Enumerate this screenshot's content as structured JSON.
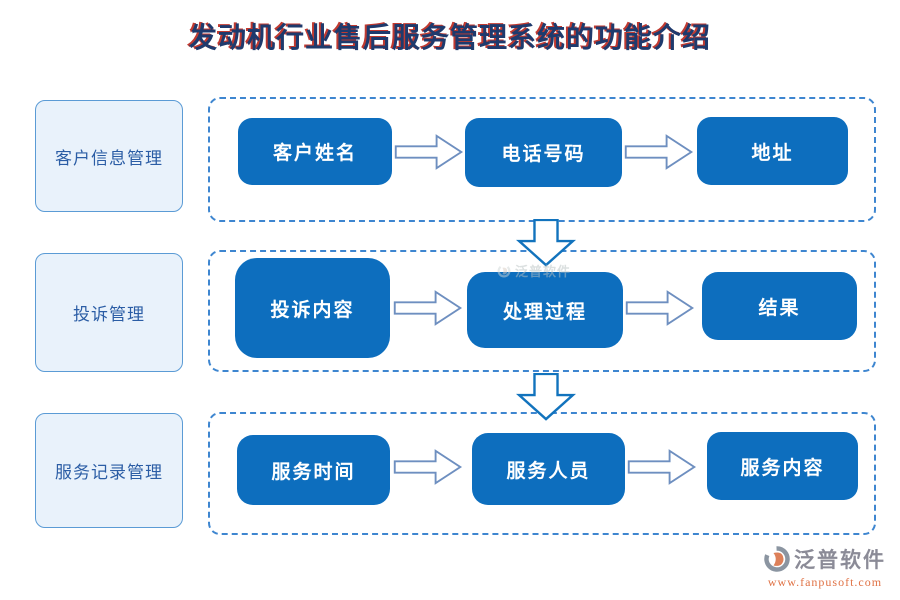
{
  "title": "发动机行业售后服务管理系统的功能介绍",
  "rows": [
    {
      "sidebar": "客户信息管理",
      "steps": [
        "客户姓名",
        "电话号码",
        "地址"
      ]
    },
    {
      "sidebar": "投诉管理",
      "steps": [
        "投诉内容",
        "处理过程",
        "结果"
      ]
    },
    {
      "sidebar": "服务记录管理",
      "steps": [
        "服务时间",
        "服务人员",
        "服务内容"
      ]
    }
  ],
  "watermark": {
    "brand": "泛普软件"
  },
  "footer": {
    "brand": "泛普软件",
    "url": "www.fanpusoft.com"
  },
  "colors": {
    "step_fill": "#0d6ebe",
    "dashed_border": "#3e86d0",
    "sidebar_fill": "#e9f2fb",
    "sidebar_border": "#5b9bd5",
    "title_fill": "#1e3a6d",
    "title_fringe": "#c03a31",
    "footer_url": "#e07245"
  }
}
